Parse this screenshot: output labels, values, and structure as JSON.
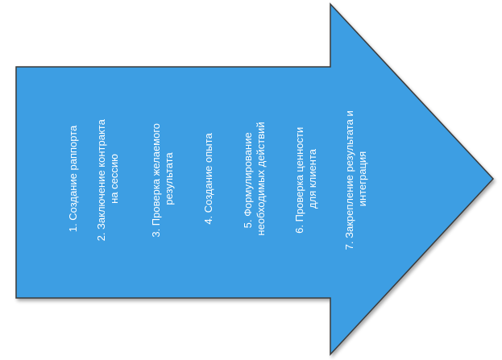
{
  "diagram": {
    "arrow_fill": "#3d9ee3",
    "arrow_stroke": "#3a3a3a",
    "text_color": "#ffffff",
    "steps": [
      {
        "lines": [
          "1. Создание раппорта"
        ]
      },
      {
        "lines": [
          "2. Заключение контракта",
          "на сессию"
        ]
      },
      {
        "lines": [
          "3. Проверка желаемого",
          "результата"
        ]
      },
      {
        "lines": [
          "4. Создание опыта"
        ]
      },
      {
        "lines": [
          "5. Формулирование",
          "необходимых действий"
        ]
      },
      {
        "lines": [
          "6. Проверка ценности",
          "для клиента"
        ]
      },
      {
        "lines": [
          "7. Закрепление результата и",
          "интеграция"
        ]
      }
    ]
  }
}
